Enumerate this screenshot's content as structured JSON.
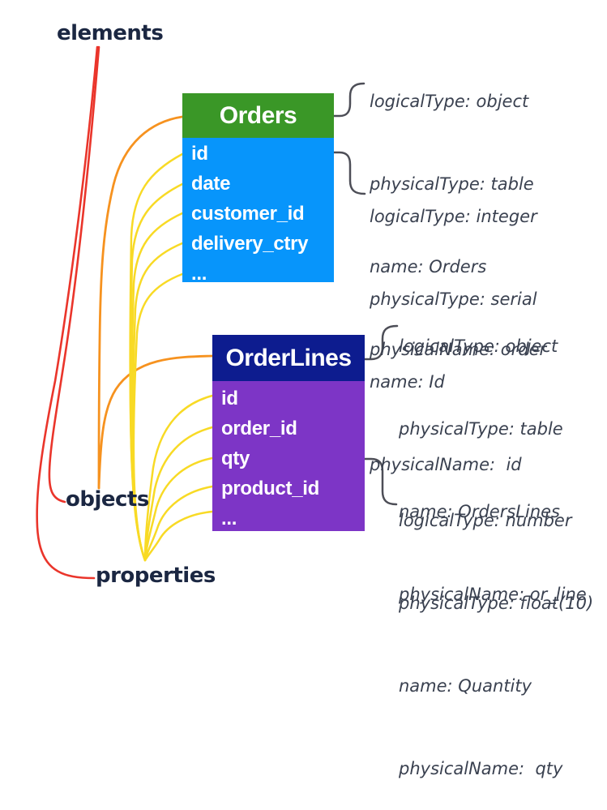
{
  "labels": {
    "elements": "elements",
    "objects": "objects",
    "properties": "properties"
  },
  "tables": [
    {
      "name": "Orders",
      "fields": [
        "id",
        "date",
        "customer_id",
        "delivery_ctry",
        "..."
      ]
    },
    {
      "name": "OrderLines",
      "fields": [
        "id",
        "order_id",
        "qty",
        "product_id",
        "..."
      ]
    }
  ],
  "annotations": [
    {
      "target": "Orders table",
      "lines": [
        "logicalType: object",
        "physicalType: table",
        "name: Orders",
        "physicalName: order"
      ]
    },
    {
      "target": "Orders id field",
      "lines": [
        "logicalType: integer",
        "physicalType: serial",
        "name: Id",
        "physicalName:  id"
      ]
    },
    {
      "target": "OrderLines table",
      "lines": [
        "logicalType: object",
        "physicalType: table",
        "name: OrdersLines",
        "physicalName: or_line"
      ]
    },
    {
      "target": "OrderLines qty field",
      "lines": [
        "logicalType: number",
        "physicalType: float(10)",
        "name: Quantity",
        "physicalName:  qty"
      ]
    }
  ],
  "colors": {
    "orders_header_green": "#3a9727",
    "orders_body_blue": "#0795fb",
    "orderlines_header_navy": "#0d1c8f",
    "orderlines_body_purple": "#7d35c6",
    "elements_line_red": "#ea352b",
    "objects_line_orange": "#f6921f",
    "properties_line_yellow": "#f8da25",
    "brace_gray": "#4d4e57",
    "label_text_navy": "#1b2742",
    "annotation_text_gray": "#3a4150"
  }
}
